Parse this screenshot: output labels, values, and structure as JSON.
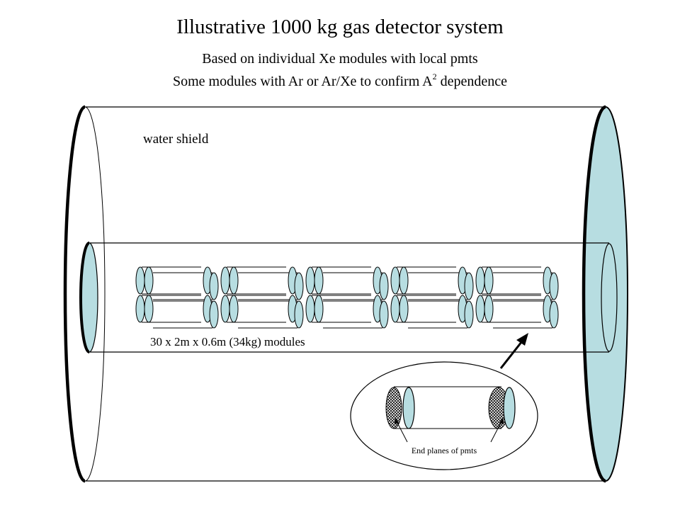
{
  "title": "Illustrative 1000 kg gas detector system",
  "subtitle_line1": "Based on individual Xe modules with local pmts",
  "subtitle_line2_pre": "Some modules with Ar or Ar/Xe to confirm A",
  "subtitle_line2_sup": "2",
  "subtitle_line2_post": " dependence",
  "labels": {
    "water_shield": "water shield",
    "modules": "30 x 2m x 0.6m (34kg) modules",
    "end_planes": "End planes of pmts"
  },
  "colors": {
    "fill": "#b7dde1",
    "stroke": "#000000"
  }
}
